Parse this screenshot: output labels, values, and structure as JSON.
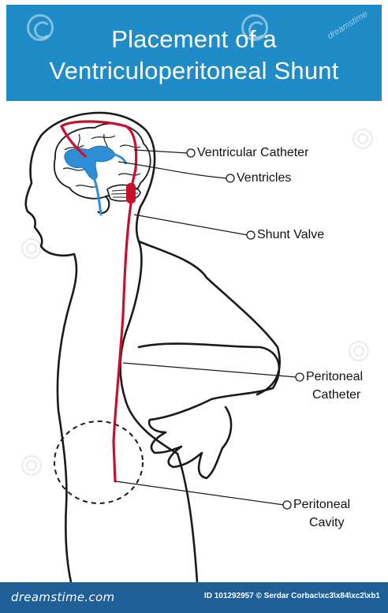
{
  "title": {
    "line1": "Placement of a",
    "line2": "Ventriculoperitoneal Shunt"
  },
  "labels": {
    "ventricular_catheter": "Ventricular Catheter",
    "ventricles": "Ventricles",
    "shunt_valve": "Shunt Valve",
    "peritoneal_catheter_1": "Peritoneal",
    "peritoneal_catheter_2": "Catheter",
    "peritoneal_cavity_1": "Peritoneal",
    "peritoneal_cavity_2": "Cavity"
  },
  "watermark": {
    "text": "dreamstime"
  },
  "footer": {
    "brand": "dreamstime.com",
    "credit": "ID 101292957 © Serdar Corbac\\xc3\\x84\\xc2\\xb1"
  },
  "colors": {
    "title_bg": "#1f8bc7",
    "footer_bg": "#1f5f95",
    "shunt": "#c8102e",
    "ventricles": "#2f8fd6"
  }
}
